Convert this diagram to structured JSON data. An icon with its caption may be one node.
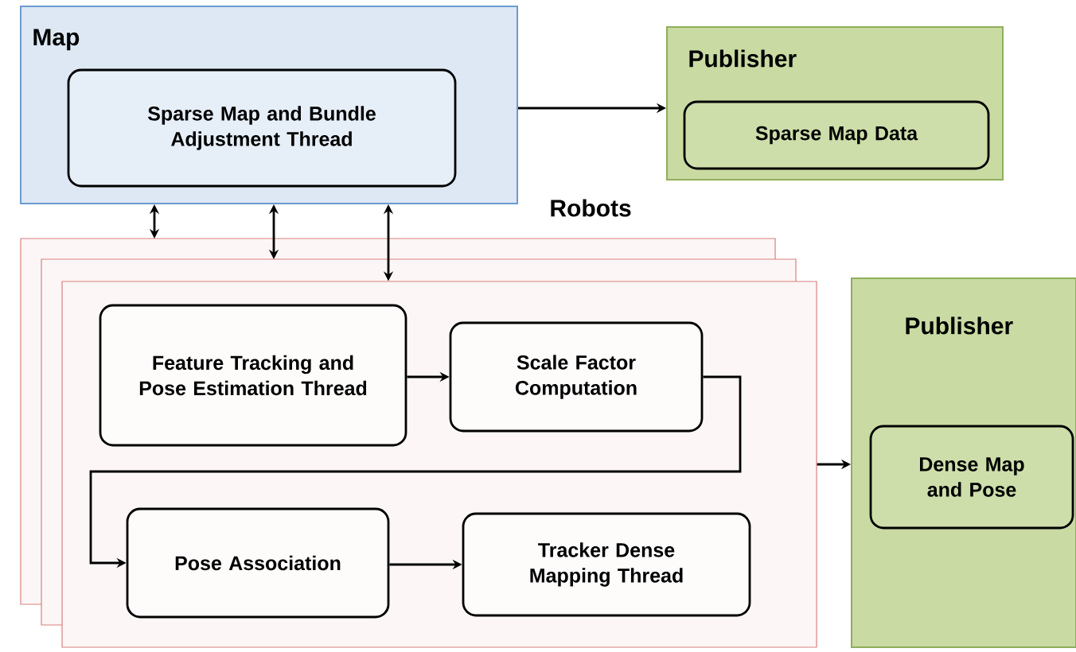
{
  "diagram": {
    "nodes": [
      {
        "text": [
          "Map"
        ]
      },
      {
        "text": [
          "Sparse Map and Bundle Adjustment Thread"
        ],
        "in": 0
      },
      {
        "text": [
          "Publisher"
        ]
      },
      {
        "text": [
          "Sparse Map Data"
        ],
        "in": 2
      },
      {
        "text": [
          "Robots"
        ]
      },
      {
        "text": [
          "Feature Tracking and Pose Estimation Thread"
        ],
        "in": 4
      },
      {
        "text": [
          "Scale Factor Computation"
        ],
        "in": 4
      },
      {
        "text": [
          "Pose Association"
        ],
        "in": 4
      },
      {
        "text": [
          "Tracker Dense Mapping Thread"
        ],
        "in": 4
      },
      {
        "text": [
          "Publisher"
        ]
      },
      {
        "text": [
          "Dense Map and Pose"
        ],
        "in": 9
      }
    ],
    "edges": [
      {
        "from": 0,
        "to": 2,
        "arrow": "to"
      },
      {
        "from": 0,
        "to": null,
        "arrow": "both"
      },
      {
        "from": 0,
        "to": null,
        "arrow": "both"
      },
      {
        "from": 0,
        "to": 4,
        "arrow": "both"
      },
      {
        "from": 5,
        "to": 6,
        "arrow": "to"
      },
      {
        "from": 6,
        "to": 7,
        "arrow": "to"
      },
      {
        "from": 7,
        "to": 8,
        "arrow": "to"
      },
      {
        "from": 4,
        "to": 9,
        "arrow": "to"
      }
    ]
  }
}
